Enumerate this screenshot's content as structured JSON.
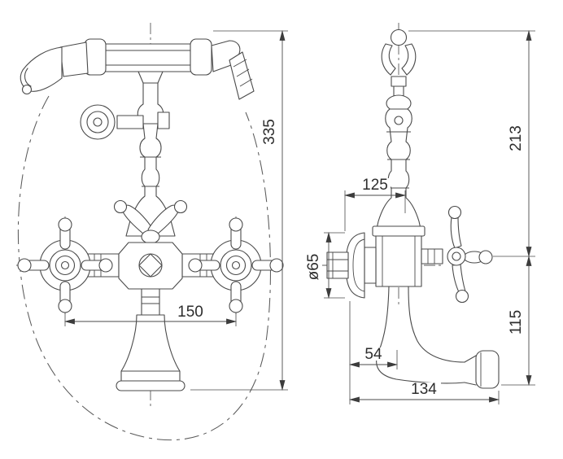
{
  "type": "technical-drawing",
  "subject": "classic wall-mounted bath mixer faucet with hand shower, front and side orthographic views",
  "colors": {
    "background": "#ffffff",
    "line": "#4a4a4a",
    "text": "#2d2d2d"
  },
  "dimensions": {
    "overall_height": "335",
    "handle_spacing": "150",
    "depth_to_axis": "125",
    "upper_height": "213",
    "flange_diameter": "ø65",
    "wall_offset": "54",
    "lower_height": "115",
    "spout_reach": "134"
  }
}
